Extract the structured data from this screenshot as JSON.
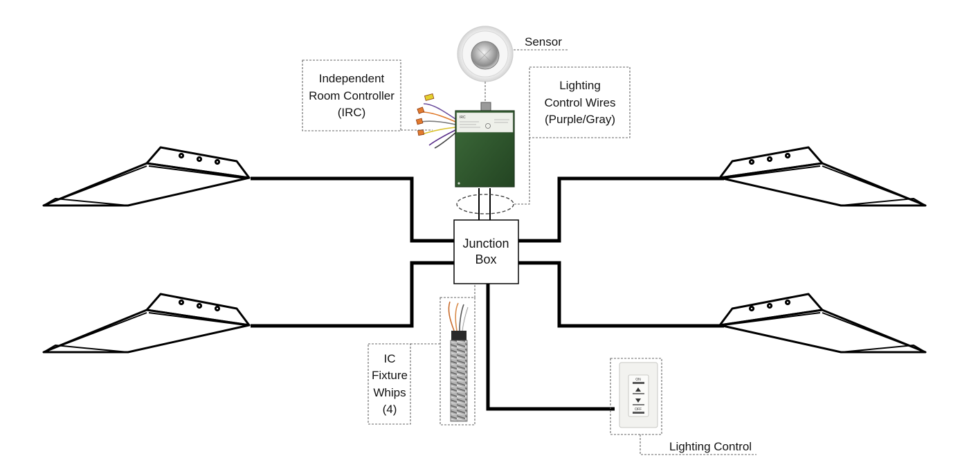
{
  "labels": {
    "sensor": "Sensor",
    "irc": [
      "Independent",
      "Room Controller",
      "(IRC)"
    ],
    "wires": [
      "Lighting",
      "Control Wires",
      "(Purple/Gray)"
    ],
    "junction": [
      "Junction",
      "Box"
    ],
    "whips": [
      "IC",
      "Fixture",
      "Whips",
      "(4)"
    ],
    "lighting_control": "Lighting Control"
  },
  "device_text": {
    "irc_brand": "IRC",
    "switch_on": "ON",
    "switch_off": "OFF"
  },
  "colors": {
    "stroke": "#000000",
    "controller_green": "#2f5a2e",
    "callout_border": "#777777",
    "sensor_body": "#ececec"
  }
}
